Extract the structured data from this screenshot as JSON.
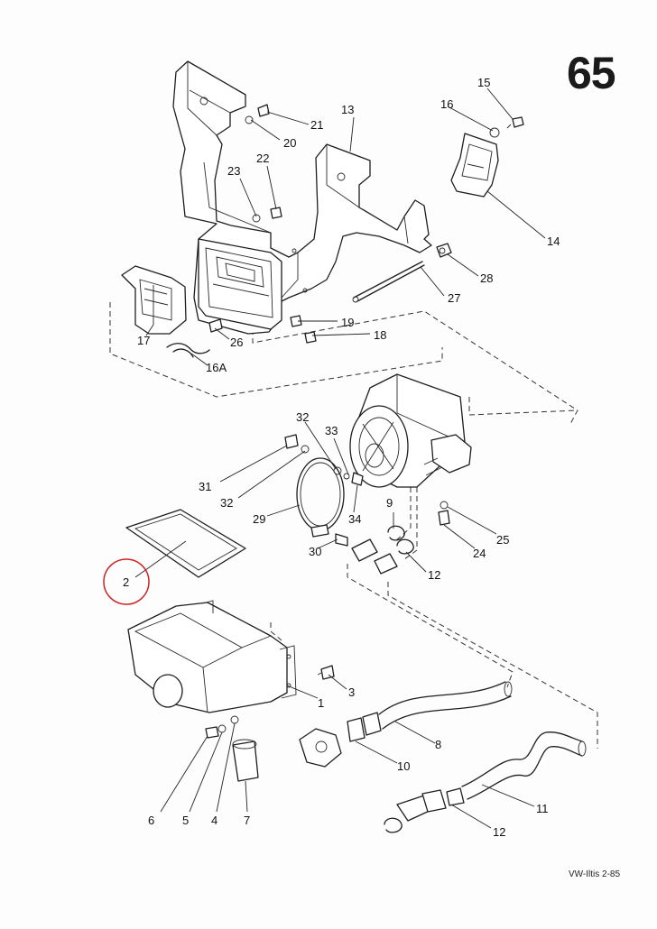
{
  "page": {
    "number": "65",
    "footer_ref": "VW-Iltis 2-85"
  },
  "highlight": {
    "marked_callout": "2",
    "color": "#cc2222"
  },
  "callouts": {
    "c1": "1",
    "c2": "2",
    "c3": "3",
    "c4": "4",
    "c5": "5",
    "c6": "6",
    "c7": "7",
    "c8": "8",
    "c9": "9",
    "c10": "10",
    "c11": "11",
    "c12a": "12",
    "c12b": "12",
    "c13": "13",
    "c14": "14",
    "c15": "15",
    "c16": "16",
    "c16A": "16A",
    "c17": "17",
    "c18": "18",
    "c19": "19",
    "c20": "20",
    "c21": "21",
    "c22": "22",
    "c23": "23",
    "c24": "24",
    "c25": "25",
    "c26": "26",
    "c27": "27",
    "c28": "28",
    "c29": "29",
    "c30": "30",
    "c31": "31",
    "c32a": "32",
    "c32b": "32",
    "c33": "33",
    "c34": "34"
  }
}
